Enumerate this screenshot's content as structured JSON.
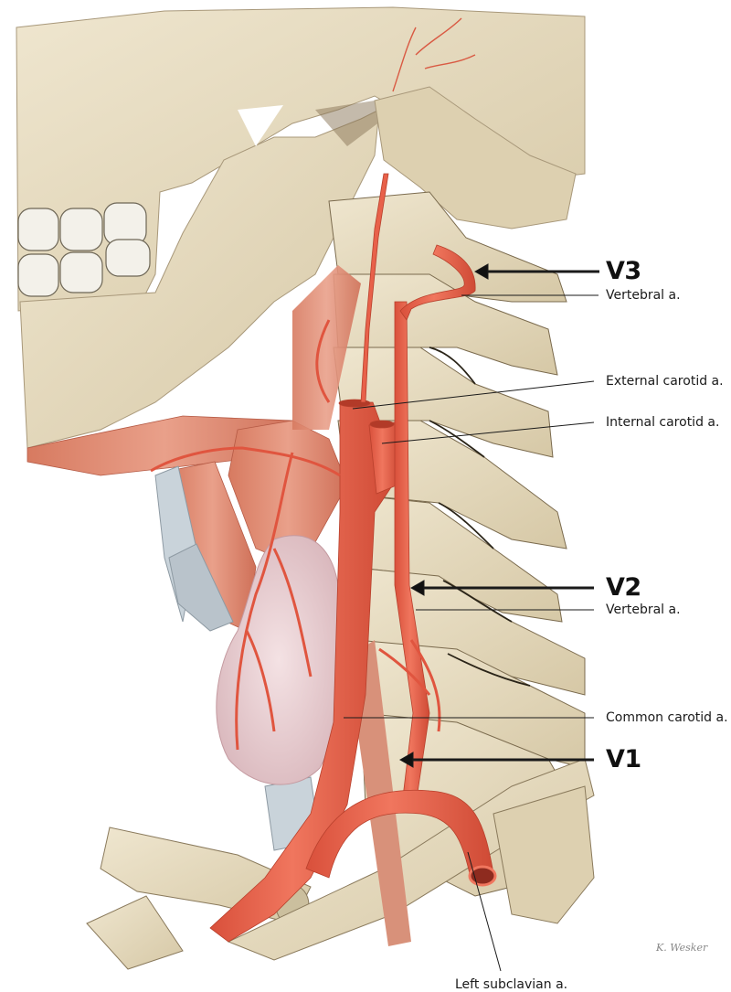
{
  "figure": {
    "subject": "Lateral view of neck showing carotid and vertebral arteries",
    "colors": {
      "bone": "#e6dcc2",
      "bone_shadow": "#b9a884",
      "artery": "#e8614a",
      "artery_dark": "#c2412f",
      "muscle": "#d9836a",
      "thyroid": "#ecd3d6",
      "cartilage": "#c9d3da",
      "teeth": "#f3f1ea"
    }
  },
  "segments": [
    {
      "id": "V3",
      "label": "V3",
      "sublabel": "Vertebral a."
    },
    {
      "id": "V2",
      "label": "V2",
      "sublabel": "Vertebral a."
    },
    {
      "id": "V1",
      "label": "V1"
    }
  ],
  "labels": {
    "external_carotid": "External carotid a.",
    "internal_carotid": "Internal carotid a.",
    "common_carotid": "Common carotid a.",
    "left_subclavian": "Left subclavian a."
  },
  "signature": "K. Wesker"
}
